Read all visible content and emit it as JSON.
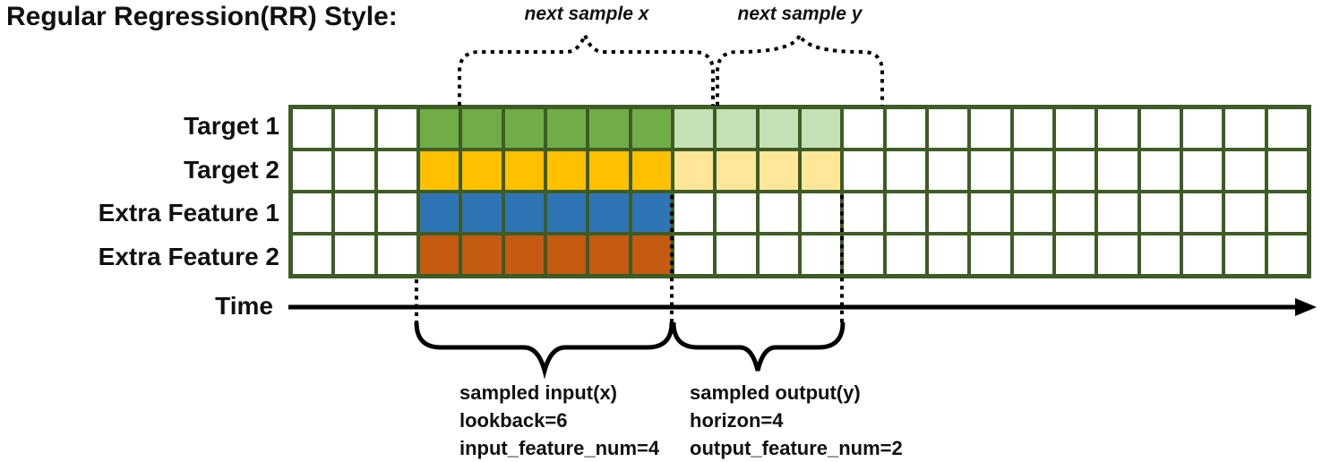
{
  "title": "Regular Regression(RR) Style:",
  "top_annotations": {
    "next_sample_x": "next sample x",
    "next_sample_y": "next sample y"
  },
  "rows": [
    {
      "label": "Target 1",
      "solid_color": "#70AD47",
      "light_color": "#C5E0B4"
    },
    {
      "label": "Target 2",
      "solid_color": "#FFC000",
      "light_color": "#FFE699"
    },
    {
      "label": "Extra Feature 1",
      "solid_color": "#2E75B6",
      "light_color": null
    },
    {
      "label": "Extra Feature 2",
      "solid_color": "#C55A11",
      "light_color": null
    }
  ],
  "grid": {
    "columns": 24,
    "row_count": 4,
    "lead_empty_cols": 3,
    "input_cols": 6,
    "output_cols": 4,
    "border_color": "#3E5C25"
  },
  "time_axis": {
    "label": "Time"
  },
  "captions": {
    "input_lines": [
      "sampled input(x)",
      "lookback=6",
      "input_feature_num=4"
    ],
    "output_lines": [
      "sampled output(y)",
      "horizon=4",
      "output_feature_num=2"
    ]
  },
  "colors": {
    "cell_fill": "#FFFFFF",
    "line_black": "#000000"
  }
}
